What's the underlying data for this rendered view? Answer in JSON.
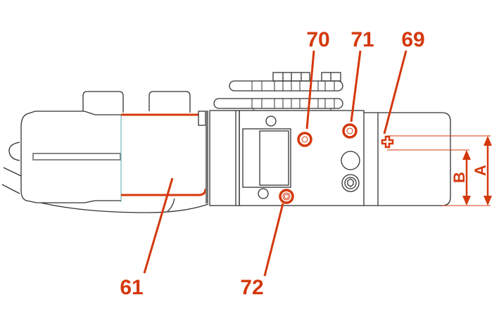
{
  "callouts": {
    "c70": "70",
    "c71": "71",
    "c69": "69",
    "c61": "61",
    "c72": "72"
  },
  "dimensions": {
    "a": "A",
    "b": "B"
  },
  "colors": {
    "accent": "#d4380d",
    "line": "#333333"
  }
}
